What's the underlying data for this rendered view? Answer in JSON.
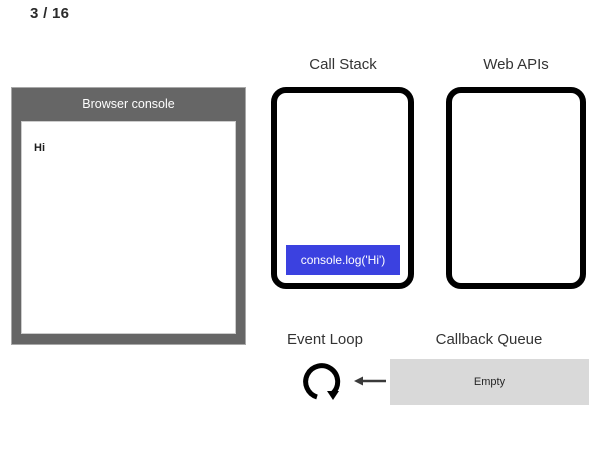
{
  "slide": {
    "counter": "3 / 16"
  },
  "console": {
    "title": "Browser console",
    "lines": [
      "Hi"
    ]
  },
  "call_stack": {
    "title": "Call Stack",
    "frames": [
      "console.log('Hi')"
    ],
    "frame_color": "#3b41e0"
  },
  "web_apis": {
    "title": "Web APIs",
    "items": []
  },
  "event_loop": {
    "title": "Event Loop",
    "icon": "circular-arrow-icon",
    "arrow": "arrow-left-icon"
  },
  "callback_queue": {
    "title": "Callback Queue",
    "status": "Empty",
    "background_color": "#d9d9d9"
  },
  "colors": {
    "console_chrome": "#666666",
    "box_border": "#000000",
    "accent_blue": "#3b41e0",
    "queue_gray": "#d9d9d9"
  }
}
